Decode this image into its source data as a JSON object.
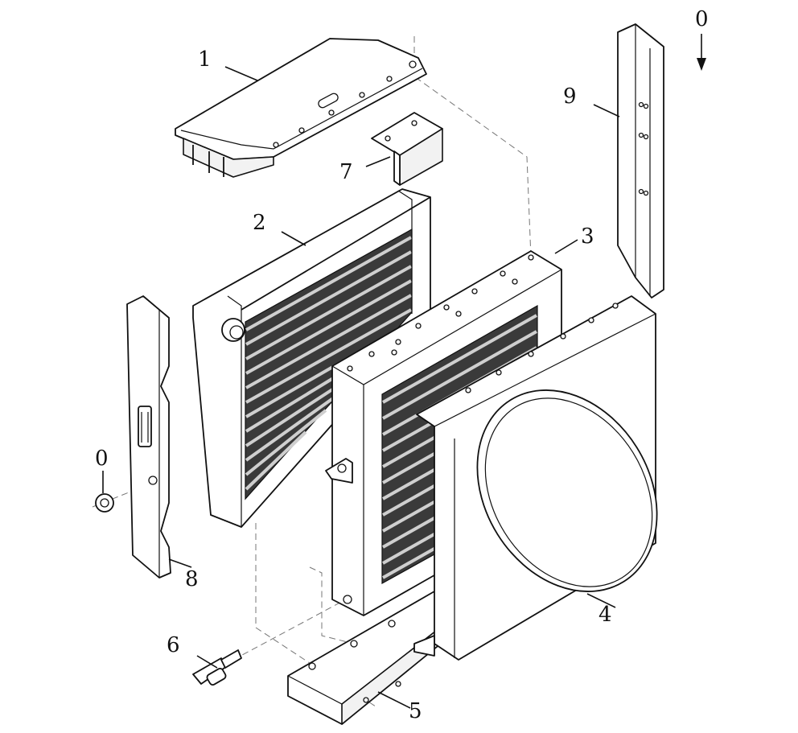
{
  "labels": {
    "part_1": "1",
    "part_2": "2",
    "part_3": "3",
    "part_4": "4",
    "part_5": "5",
    "part_6": "6",
    "part_7": "7",
    "part_8": "8",
    "part_9": "9",
    "nut_callout": "0",
    "view_callout": "0"
  }
}
